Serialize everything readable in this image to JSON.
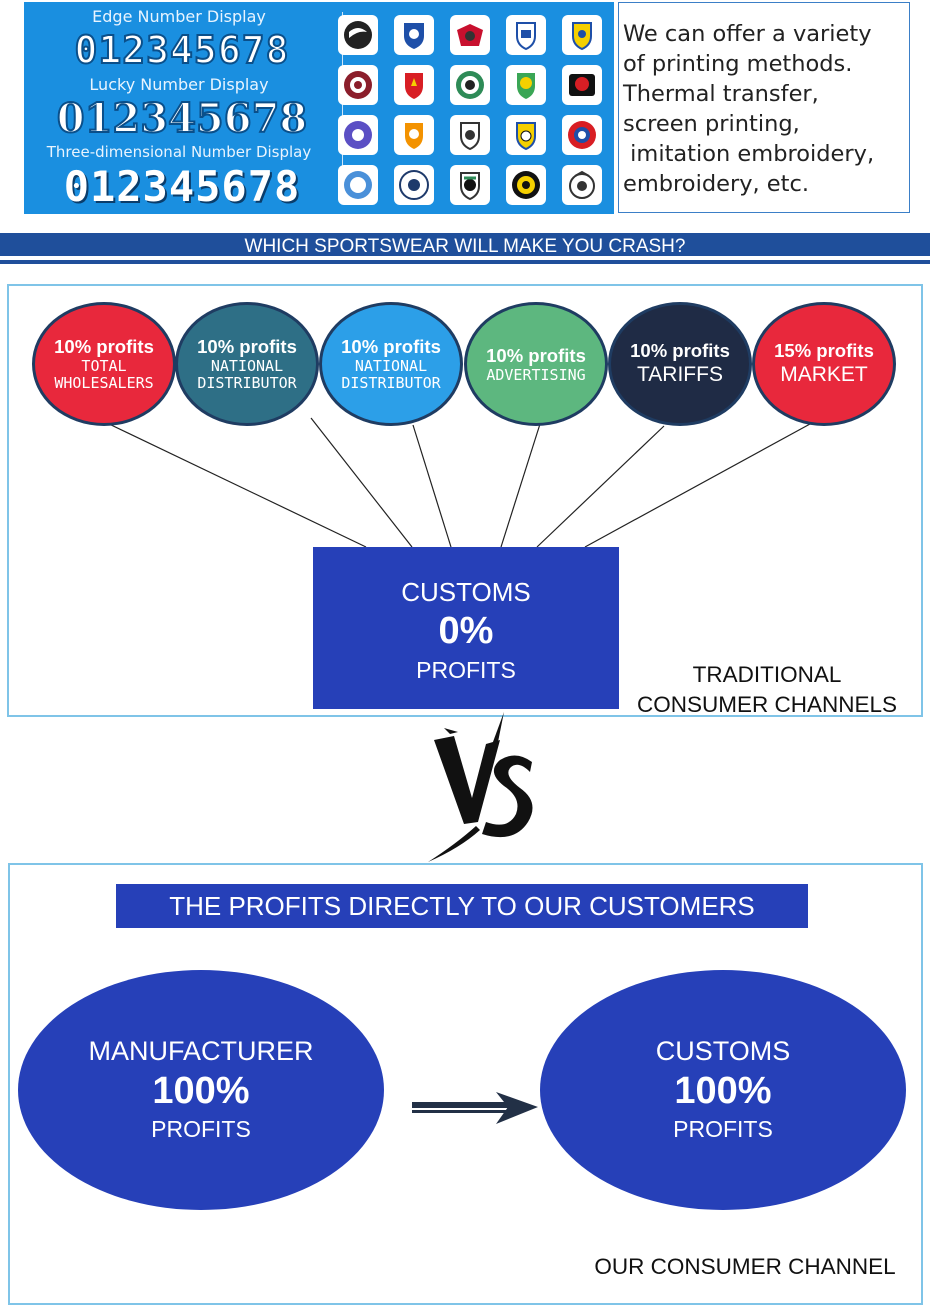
{
  "number_display": {
    "edge_label": "Edge Number Display",
    "edge_digits": "012345678",
    "lucky_label": "Lucky Number Display",
    "lucky_digits": "012345678",
    "three_d_label": "Three-dimensional Number Display",
    "three_d_digits": "012345678"
  },
  "info": {
    "lines": [
      "We can offer a variety",
      "of printing methods.",
      "Thermal transfer,",
      "screen printing,",
      " imitation embroidery,",
      "embroidery, etc."
    ]
  },
  "headline": "WHICH SPORTSWEAR WILL MAKE YOU CRASH?",
  "traditional": {
    "circles": [
      {
        "top": "10% profits",
        "bottom": "TOTAL\nWHOLESALERS",
        "color": "#e8283c",
        "big": false
      },
      {
        "top": "10% profits",
        "bottom": "NATIONAL\nDISTRIBUTOR",
        "color": "#2e6f86",
        "big": false
      },
      {
        "top": "10% profits",
        "bottom": "NATIONAL\nDISTRIBUTOR",
        "color": "#2c9fe8",
        "big": false
      },
      {
        "top": "10% profits",
        "bottom": "ADVERTISING",
        "color": "#5db77f",
        "big": false
      },
      {
        "top": "10% profits",
        "bottom": "TARIFFS",
        "color": "#1f2b45",
        "big": true
      },
      {
        "top": "15% profits",
        "bottom": "MARKET",
        "color": "#e8283c",
        "big": true
      }
    ],
    "customs_title": "CUSTOMS",
    "customs_pct": "0%",
    "customs_sub": "PROFITS",
    "caption_line1": "TRADITIONAL",
    "caption_line2": "CONSUMER CHANNELS"
  },
  "ours": {
    "title": "THE PROFITS DIRECTLY TO OUR CUSTOMERS",
    "left_title": "MANUFACTURER",
    "left_pct": "100%",
    "left_sub": "PROFITS",
    "right_title": "CUSTOMS",
    "right_pct": "100%",
    "right_sub": "PROFITS",
    "caption": "OUR CONSUMER CHANNEL"
  },
  "colors": {
    "banner_blue": "#1a8fe0",
    "royal_blue": "#2640b8",
    "headline_blue": "#1f4f9b"
  }
}
